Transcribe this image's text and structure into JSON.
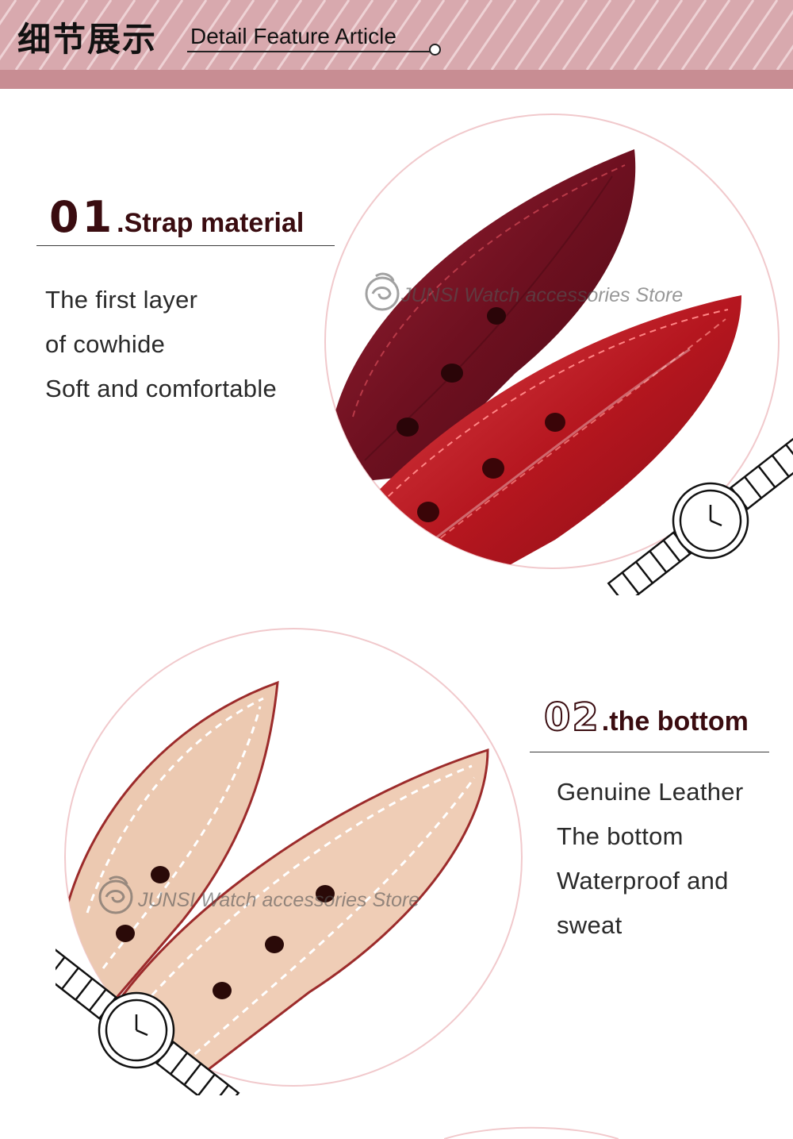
{
  "header": {
    "title_cn": "细节展示",
    "title_en": "Detail Feature Article"
  },
  "section1": {
    "number": "01",
    "label": ".Strap material",
    "lines": [
      "The first layer",
      "of cowhide",
      "Soft and comfortable"
    ],
    "watermark": "JUNSI Watch accessories Store"
  },
  "section2": {
    "number": "02",
    "label": ".the bottom",
    "lines": [
      "Genuine Leather",
      "The bottom",
      "Waterproof and",
      "sweat"
    ],
    "watermark": "JUNSI Watch accessories Store"
  },
  "colors": {
    "header_bg": "#d8a9ae",
    "header_band": "#c88d93",
    "title_dark": "#3a0c10",
    "strap_burgundy": "#7a1424",
    "strap_red": "#b5161f",
    "strap_underside": "#eccab3",
    "circle_outline": "#f1c9cc"
  },
  "icons": {
    "watch_1": "wristwatch-icon",
    "watch_2": "wristwatch-icon",
    "logo": "rose-logo-icon"
  }
}
